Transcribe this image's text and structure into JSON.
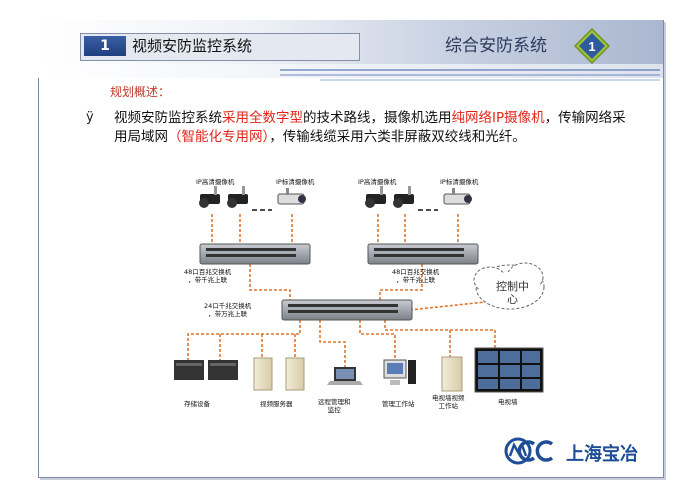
{
  "header": {
    "tab_number": "1",
    "tab_title": "视频安防监控系统",
    "section_title": "综合安防系统",
    "section_number": "1"
  },
  "content": {
    "heading": "规划概述：",
    "bullet_marker": "ÿ",
    "paragraph_parts": [
      {
        "text": "视频安防监控系统",
        "highlight": false
      },
      {
        "text": "采用全数字型",
        "highlight": true
      },
      {
        "text": "的技术路线，摄像机选用",
        "highlight": false
      },
      {
        "text": "纯网络IP摄像机",
        "highlight": true
      },
      {
        "text": "，传输网络采用局域网",
        "highlight": false
      },
      {
        "text": "（智能化专用网）",
        "highlight": true
      },
      {
        "text": "，传输线缆采用六类非屏蔽双绞线和光纤。",
        "highlight": false
      }
    ]
  },
  "diagram": {
    "camera_labels": [
      "IP高清摄像机",
      "IP标清摄像机",
      "IP高清摄像机",
      "IP标清摄像机"
    ],
    "switch_left_label": "48口百兆交换机\n，带千兆上联",
    "switch_right_label": "48口百兆交换机\n，带千兆上联",
    "core_switch_label": "24口千兆交换机\n，带万兆上联",
    "cloud_label": "控制中\n心",
    "device_labels": [
      "存储设备",
      "视频服务器",
      "远程管理和\n监控",
      "管理工作站",
      "电视墙视频\n工作站",
      "电视墙"
    ]
  },
  "footer": {
    "logo_text": "上海宝冶"
  },
  "colors": {
    "accent_red": "#e0261b",
    "brand_blue": "#1d4e96",
    "link_orange": "#e0752c"
  }
}
